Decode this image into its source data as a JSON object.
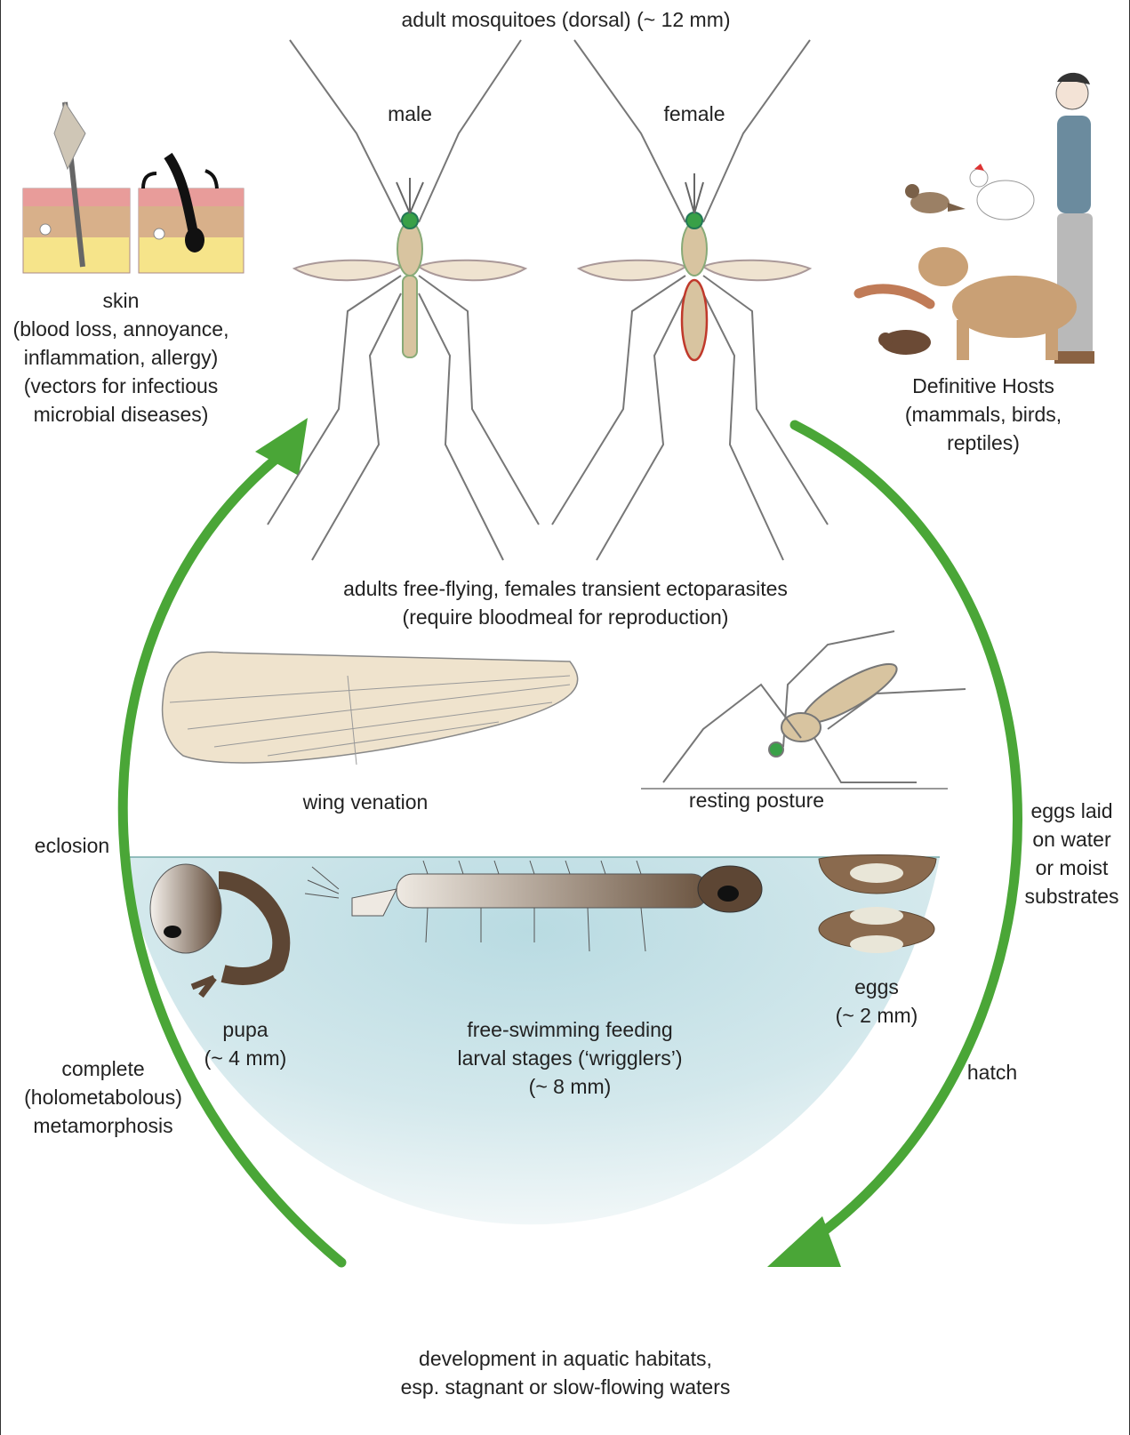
{
  "colors": {
    "water": "#cfe6ea",
    "arrow": "#4aa637",
    "mosquito_body": "#d8c4a0",
    "eye": "#39a047",
    "abdomen_red": "#c0392b",
    "egg_brown": "#8a6a4e"
  },
  "icons": [
    "feather-icon",
    "hair-icon",
    "bird-icon",
    "chicken-icon",
    "human-icon",
    "dog-icon",
    "salamander-icon",
    "rat-icon"
  ],
  "labels": {
    "top_title": "adult mosquitoes (dorsal) (~ 12 mm)",
    "male": "male",
    "female": "female",
    "skin": [
      "skin",
      "(blood loss, annoyance,",
      "inflammation, allergy)",
      "(vectors for infectious",
      "microbial diseases)"
    ],
    "hosts": [
      "Definitive Hosts",
      "(mammals, birds,",
      "reptiles)"
    ],
    "adults": [
      "adults free-flying, females transient ectoparasites",
      "(require bloodmeal for reproduction)"
    ],
    "wing": "wing venation",
    "resting": "resting posture",
    "eclosion": "eclosion",
    "eggs_laid": [
      "eggs laid",
      "on water",
      "or moist",
      "substrates"
    ],
    "eggs": [
      "eggs",
      "(~ 2 mm)"
    ],
    "pupa": [
      "pupa",
      "(~ 4 mm)"
    ],
    "larva": [
      "free-swimming feeding",
      "larval stages  (‘wrigglers’)",
      "(~ 8 mm)"
    ],
    "hatch": "hatch",
    "metamorphosis": [
      "complete",
      "(holometabolous)",
      "metamorphosis"
    ],
    "development": [
      "development in aquatic habitats,",
      "esp. stagnant or slow-flowing waters"
    ]
  }
}
